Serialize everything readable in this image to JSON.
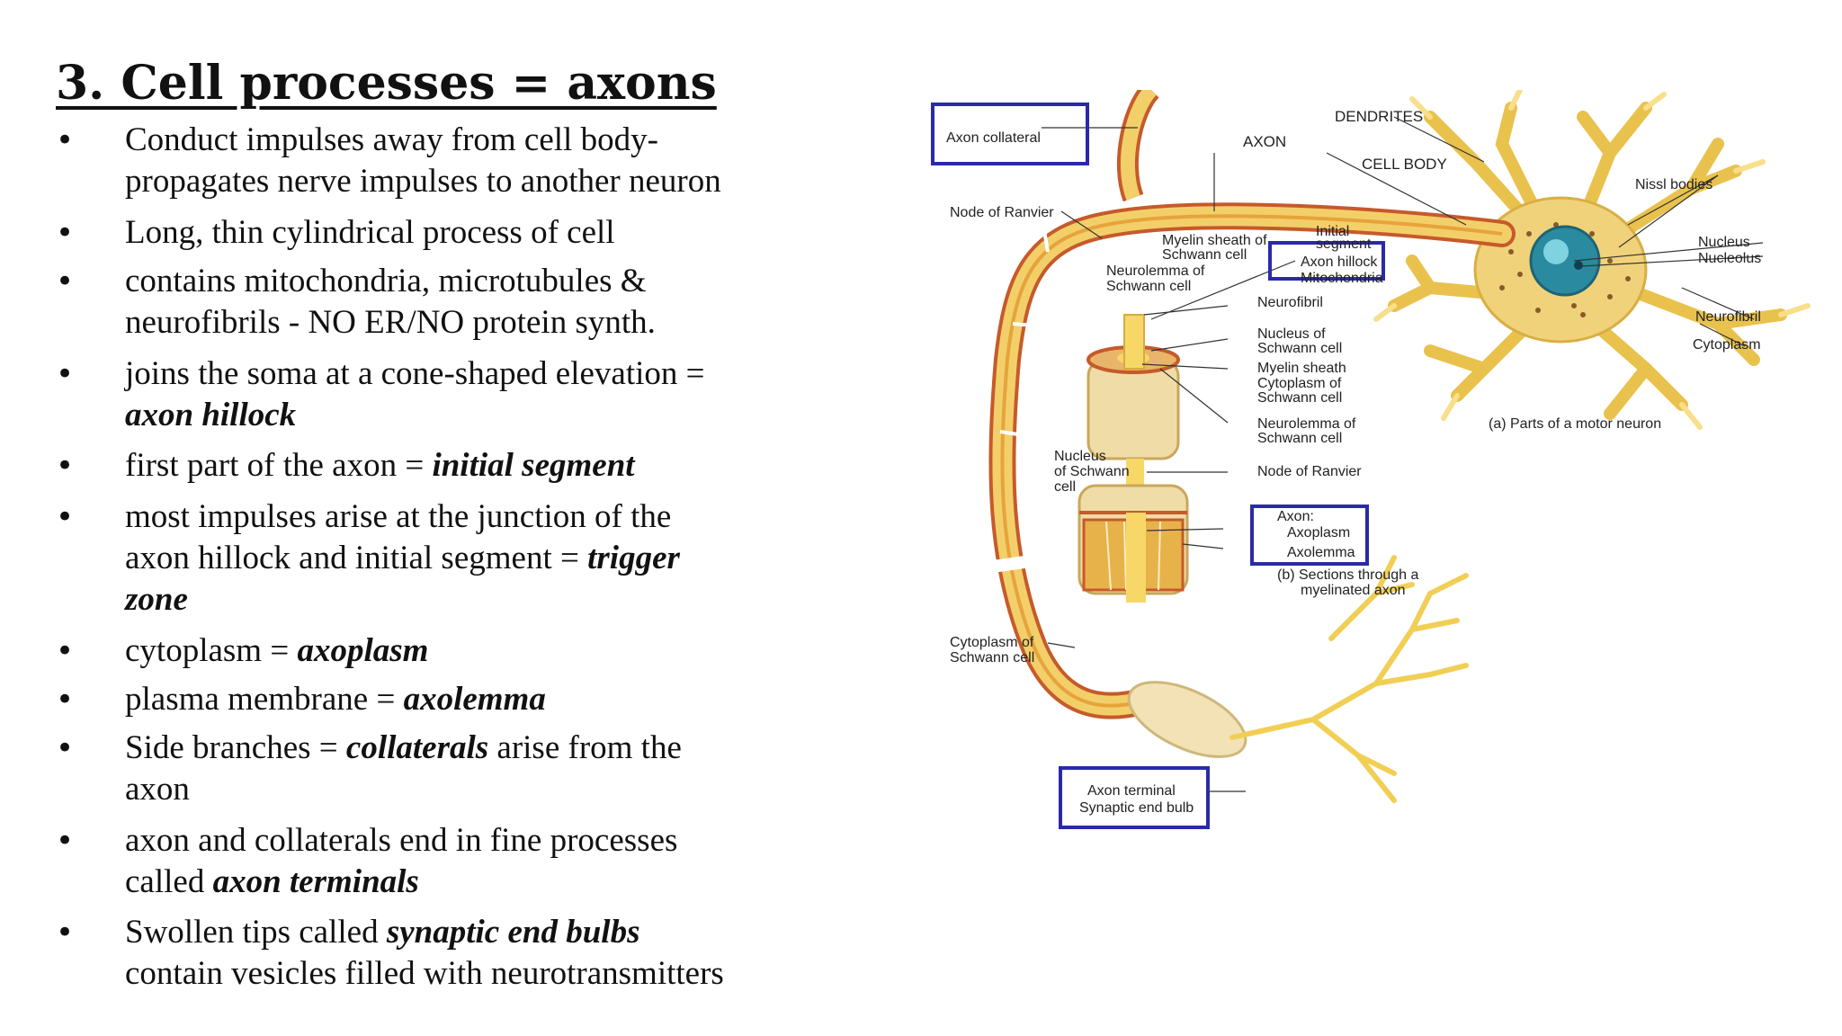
{
  "slide": {
    "title": "3. Cell processes = axons",
    "bullets": [
      {
        "lines": [
          [
            {
              "t": "Conduct impulses away from cell body-"
            }
          ],
          [
            {
              "t": "propagates nerve impulses to another neuron"
            }
          ]
        ]
      },
      {
        "lines": [
          [
            {
              "t": "Long, thin cylindrical process of cell"
            }
          ]
        ]
      },
      {
        "lines": [
          [
            {
              "t": "contains mitochondria, microtubules &"
            }
          ],
          [
            {
              "t": "neurofibrils - NO ER/NO protein synth."
            }
          ]
        ]
      },
      {
        "lines": [
          [
            {
              "t": "joins the soma at a cone-shaped elevation ="
            }
          ],
          [
            {
              "t": "axon hillock",
              "em": true
            }
          ]
        ]
      },
      {
        "lines": [
          [
            {
              "t": "first part of the axon =  "
            },
            {
              "t": "initial segment",
              "em": true
            }
          ]
        ]
      },
      {
        "lines": [
          [
            {
              "t": "most impulses arise at the junction of the"
            }
          ],
          [
            {
              "t": "axon hillock and initial segment = "
            },
            {
              "t": "trigger",
              "em": true
            }
          ],
          [
            {
              "t": "zone",
              "em": true
            }
          ]
        ]
      },
      {
        "lines": [
          [
            {
              "t": "cytoplasm = "
            },
            {
              "t": "axoplasm",
              "em": true
            }
          ]
        ]
      },
      {
        "lines": [
          [
            {
              "t": "plasma membrane = "
            },
            {
              "t": "axolemma",
              "em": true
            }
          ]
        ]
      },
      {
        "lines": [
          [
            {
              "t": "Side branches = "
            },
            {
              "t": "collaterals",
              "em": true
            },
            {
              "t": " arise from the"
            }
          ],
          [
            {
              "t": "axon"
            }
          ]
        ]
      },
      {
        "lines": [
          [
            {
              "t": "axon and collaterals end in fine processes"
            }
          ],
          [
            {
              "t": "called "
            },
            {
              "t": "axon terminals",
              "em": true
            }
          ]
        ]
      },
      {
        "lines": [
          [
            {
              "t": "Swollen tips called "
            },
            {
              "t": "synaptic end bulbs",
              "em": true
            }
          ],
          [
            {
              "t": "contain vesicles filled with neurotransmitters"
            }
          ]
        ]
      }
    ]
  },
  "diagram": {
    "labels": {
      "axon_collateral": "Axon collateral",
      "axon": "AXON",
      "dendrites": "DENDRITES",
      "cell_body": "CELL BODY",
      "nissl_bodies": "Nissl bodies",
      "node_of_ranvier_top": "Node of Ranvier",
      "myelin_sheath_of_schwann_cell_1": "Myelin sheath of",
      "myelin_sheath_of_schwann_cell_2": "Schwann cell",
      "initial_segment_1": "Initial",
      "initial_segment_2": "segment",
      "axon_hillock": "Axon hillock",
      "mitochondria": "Mitochondria",
      "nucleus": "Nucleus",
      "nucleolus": "Nucleolus",
      "neurolemma_of_schwann_cell_1": "Neurolemma of",
      "neurolemma_of_schwann_cell_2": "Schwann cell",
      "neurofibril_mid": "Neurofibril",
      "neurofibril_right": "Neurofibril",
      "cytoplasm_right": "Cytoplasm",
      "nucleus_of_schwann_cell_r1": "Nucleus of",
      "nucleus_of_schwann_cell_r2": "Schwann cell",
      "myelin_sheath": "Myelin sheath",
      "cytoplasm_of_schwann_cell_r1": "Cytoplasm of",
      "cytoplasm_of_schwann_cell_r2": "Schwann cell",
      "neurolemma_of_schwann_cell_b1": "Neurolemma of",
      "neurolemma_of_schwann_cell_b2": "Schwann cell",
      "caption_a": "(a) Parts of a motor neuron",
      "nucleus_of_schwann_cell_l1": "Nucleus",
      "nucleus_of_schwann_cell_l2": "of Schwann",
      "nucleus_of_schwann_cell_l3": "cell",
      "node_of_ranvier_mid": "Node of Ranvier",
      "axon_heading": "Axon:",
      "axoplasm": "Axoplasm",
      "axolemma": "Axolemma",
      "caption_b1": "(b) Sections through a",
      "caption_b2": "myelinated axon",
      "cytoplasm_of_schwann_cell_l1": "Cytoplasm of",
      "cytoplasm_of_schwann_cell_l2": "Schwann cell",
      "axon_terminal": "Axon terminal",
      "synaptic_end_bulb": "Synaptic end bulb"
    },
    "colors": {
      "highlight_box": "#2a2aa8",
      "myelin": "#f3cf6a",
      "neurolemma": "#c65a2a",
      "dendrite": "#f6d35e",
      "nucleus": "#2a8aa0"
    }
  }
}
